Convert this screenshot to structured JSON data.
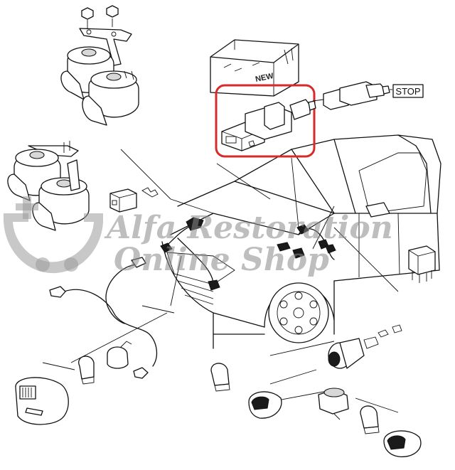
{
  "labels": {
    "stop_switch": "STOP",
    "package": "NEW"
  },
  "watermark": {
    "line1": "Alfa Restoration",
    "line2": "Online Shop"
  },
  "colors": {
    "highlight": "#d62b2b",
    "ink": "#111111",
    "watermark": "#8a8a8a"
  }
}
